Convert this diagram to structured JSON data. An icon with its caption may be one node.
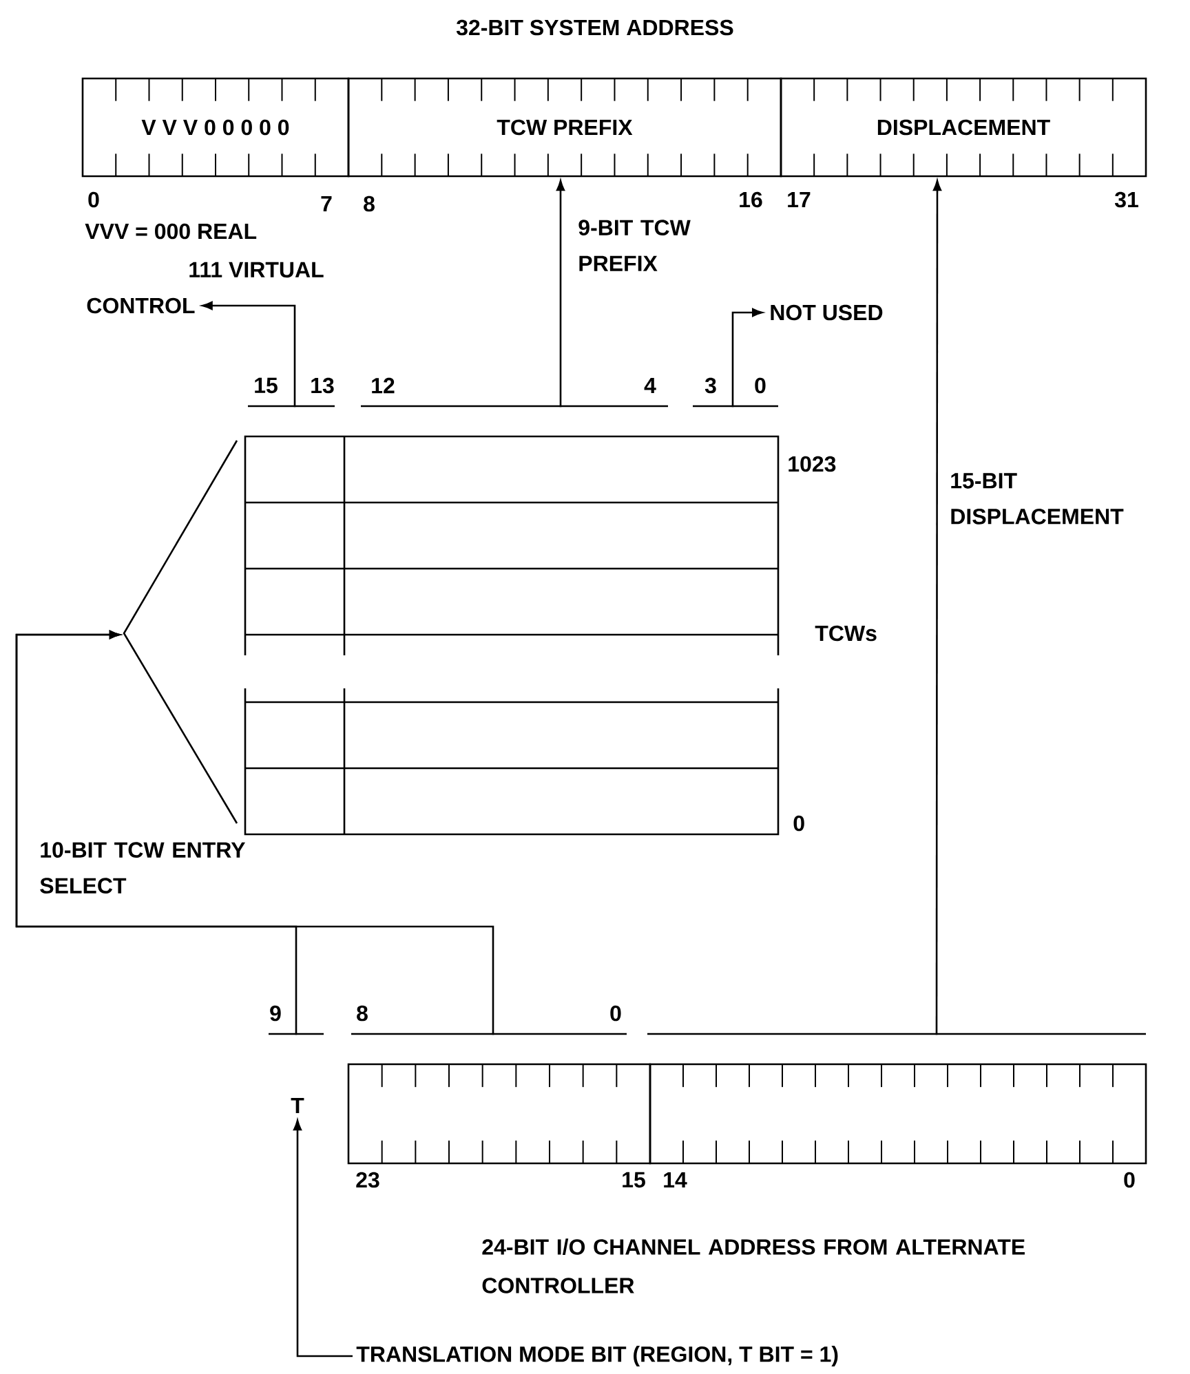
{
  "diagram": {
    "title": "32-BIT SYSTEM ADDRESS",
    "nodes": [
      {
        "text": [
          "V V V 0 0 0 0 0"
        ]
      },
      {
        "text": [
          "TCW PREFIX"
        ]
      },
      {
        "text": [
          "DISPLACEMENT"
        ]
      },
      {
        "text": [
          "CONTROL"
        ]
      },
      {
        "text": [
          "NOT USED"
        ]
      },
      {
        "text": [
          "15",
          "13"
        ]
      },
      {
        "text": [
          "12",
          "4"
        ]
      },
      {
        "text": [
          "3",
          "0"
        ]
      },
      {
        "text": [],
        "shape": "box",
        "beside": [
          "1023",
          "TCWs",
          "0"
        ]
      },
      {
        "text": [
          "9"
        ]
      },
      {
        "text": [
          "8",
          "0"
        ]
      },
      {
        "text": [],
        "shape": "bar"
      },
      {
        "text": [
          "T"
        ]
      },
      {
        "text": [],
        "shape": "box"
      },
      {
        "text": [],
        "shape": "box"
      },
      {
        "text": [
          "TRANSLATION MODE BIT (REGION, T BIT = 1)"
        ]
      }
    ],
    "edges": [
      {
        "from": 6,
        "to": 1,
        "arrow": "to",
        "label": "9-BIT TCW PREFIX"
      },
      {
        "from": 5,
        "to": 3,
        "arrow": "to"
      },
      {
        "from": 7,
        "to": 4,
        "arrow": "to"
      },
      {
        "from": 9,
        "to": 8,
        "arrow": "to",
        "label": "10-BIT TCW ENTRY SELECT"
      },
      {
        "from": 10,
        "to": 8,
        "arrow": "to"
      },
      {
        "from": 11,
        "to": 2,
        "arrow": "to",
        "label": "15-BIT DISPLACEMENT"
      },
      {
        "from": 15,
        "to": 12,
        "arrow": "to"
      }
    ],
    "labels": [
      "0",
      "7",
      "8",
      "16",
      "17",
      "31",
      "VVV = 000 REAL",
      "111 VIRTUAL",
      "23",
      "15",
      "14",
      "0",
      "24-BIT I/O CHANNEL ADDRESS FROM ALTERNATE CONTROLLER"
    ]
  }
}
